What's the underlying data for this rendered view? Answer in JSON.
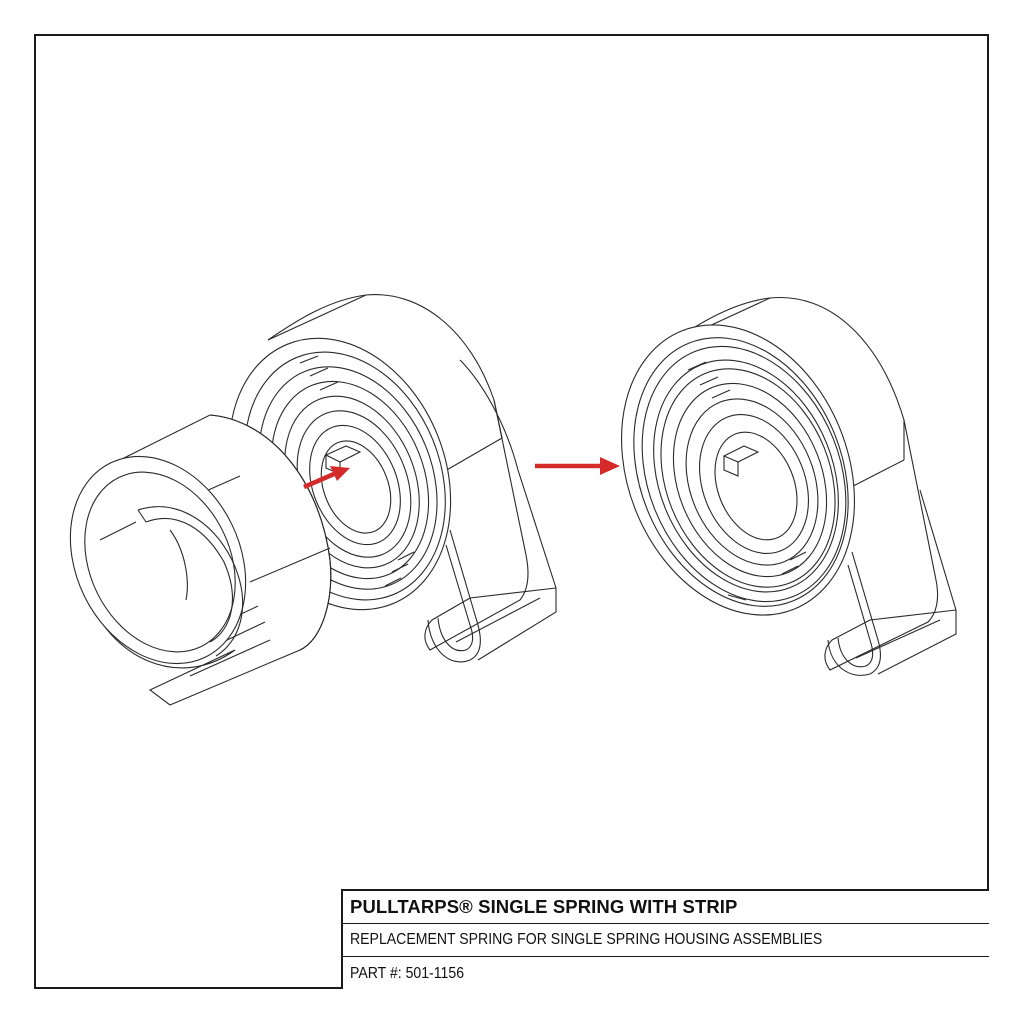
{
  "drawing": {
    "views": [
      {
        "name": "exploded-view",
        "description": "Spring with separate strip coil being inserted"
      },
      {
        "name": "assembled-view",
        "description": "Spring with strip assembled"
      }
    ],
    "arrows": {
      "insert_arrow_color": "#d42a2a",
      "transition_arrow_color": "#d42a2a"
    }
  },
  "title_block": {
    "title": "PULLTARPS® SINGLE SPRING WITH STRIP",
    "subtitle": "REPLACEMENT SPRING FOR SINGLE SPRING HOUSING ASSEMBLIES",
    "part_number": "PART #: 501-1156"
  },
  "colors": {
    "line": "#2a2a2a",
    "border": "#1a1a1a",
    "accent_arrow": "#d42a2a",
    "background": "#ffffff"
  }
}
